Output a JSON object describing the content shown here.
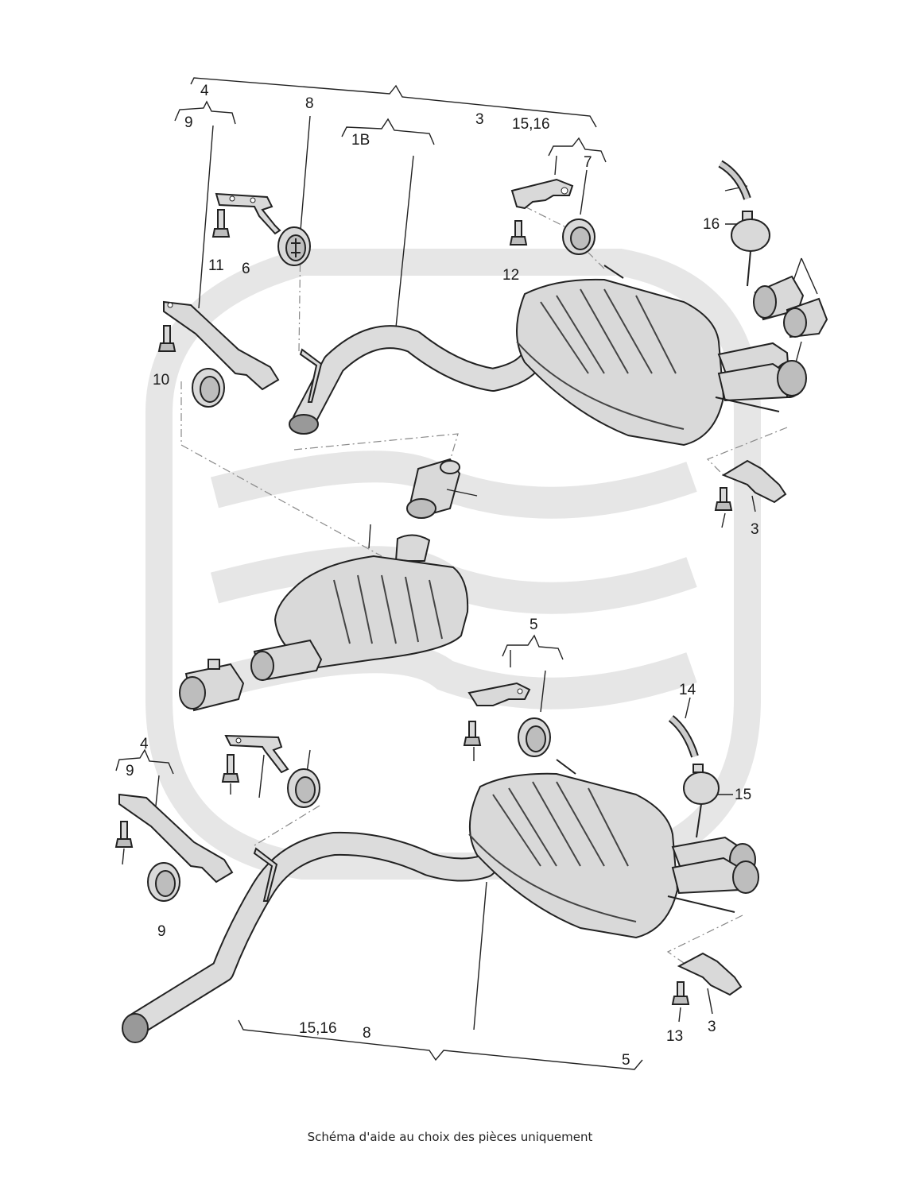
{
  "watermark_color": "#e6e6e6",
  "caption": "Schéma d'aide au choix des pièces uniquement",
  "labels": {
    "top_bracket_4": "4",
    "top_bracket_9": "9",
    "top_8": "8",
    "top_1b": "1B",
    "top_3": "3",
    "top_15_16": "15,16",
    "top_7": "7",
    "top_16": "16",
    "top_11": "11",
    "top_6": "6",
    "top_12": "12",
    "top_10": "10",
    "mid_3": "3",
    "mid_5": "5",
    "mid_14": "14",
    "mid_15": "15",
    "bot_4": "4",
    "bot_9_upper": "9",
    "bot_9_lower": "9",
    "bot_15_16": "15,16",
    "bot_8": "8",
    "bot_5": "5",
    "bot_13": "13",
    "bot_3": "3"
  }
}
